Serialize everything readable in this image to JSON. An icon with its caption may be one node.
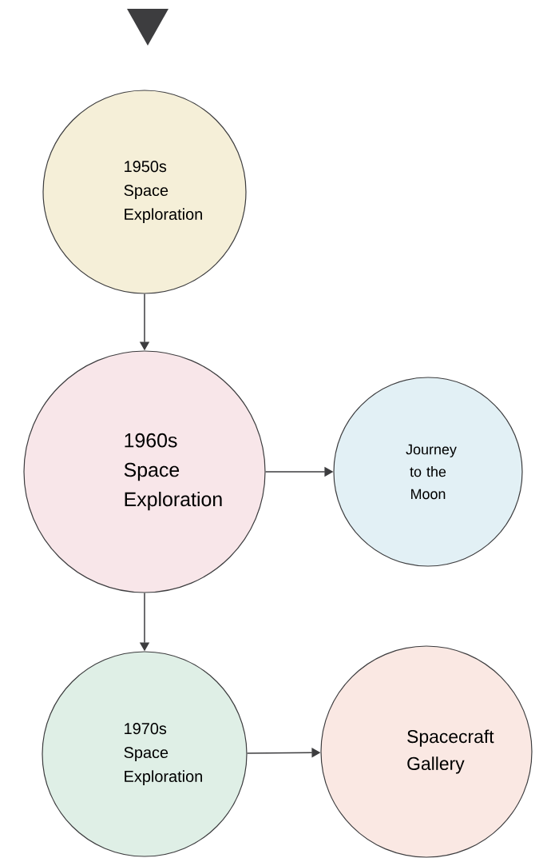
{
  "diagram": {
    "nodes": [
      {
        "text": [
          "1950s Space Exploration"
        ]
      },
      {
        "text": [
          "1960s Space Exploration"
        ]
      },
      {
        "text": [
          "Journey to the Moon"
        ]
      },
      {
        "text": [
          "1970s Space Exploration"
        ]
      },
      {
        "text": [
          "Spacecraft Gallery"
        ]
      }
    ],
    "edges": [
      {
        "from": 0,
        "to": 1,
        "arrow": "to"
      },
      {
        "from": 1,
        "to": 2,
        "arrow": "to"
      },
      {
        "from": 1,
        "to": 3,
        "arrow": "to"
      },
      {
        "from": 3,
        "to": 4,
        "arrow": "to"
      }
    ]
  }
}
